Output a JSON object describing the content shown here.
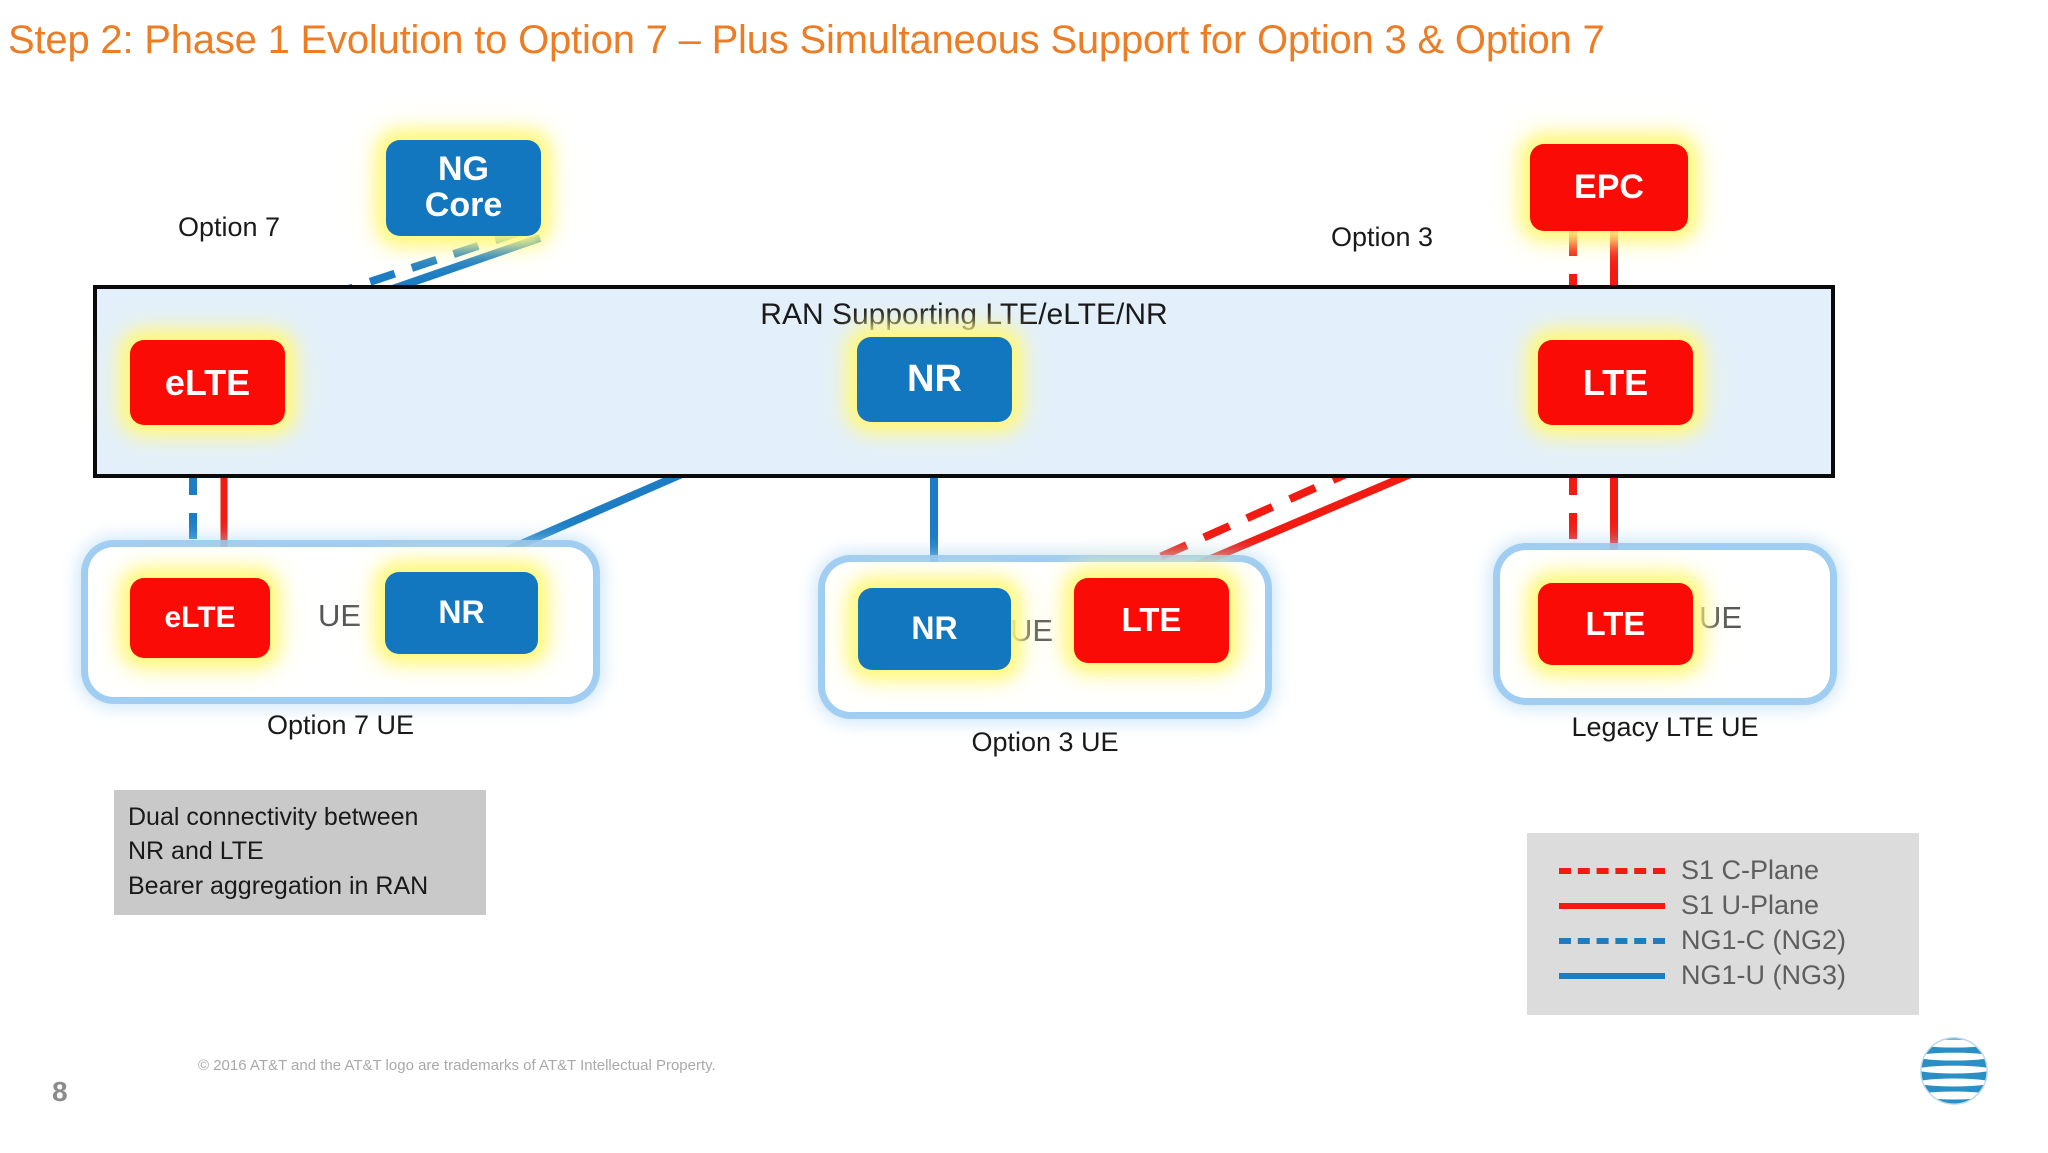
{
  "title": "Step 2:  Phase 1 Evolution to Option 7 – Plus Simultaneous Support for Option 3 & Option 7",
  "ran": {
    "title": "RAN Supporting LTE/eLTE/NR"
  },
  "core_nodes": {
    "ng_core_line1": "NG",
    "ng_core_line2": "Core",
    "epc": "EPC"
  },
  "ran_nodes": {
    "elte": "eLTE",
    "nr": "NR",
    "lte": "LTE"
  },
  "option_labels": {
    "option7": "Option 7",
    "option3": "Option 3"
  },
  "ue_groups": [
    {
      "caption": "Option 7 UE",
      "ue_text": "UE",
      "left_node": "eLTE",
      "right_node": "NR"
    },
    {
      "caption": "Option 3 UE",
      "ue_text": "UE",
      "left_node": "NR",
      "right_node": "LTE"
    },
    {
      "caption": "Legacy LTE UE",
      "ue_text": "UE",
      "left_node": "LTE"
    }
  ],
  "note": {
    "line1": "Dual connectivity between",
    "line2": "NR and LTE",
    "line3": "Bearer aggregation in RAN"
  },
  "legend": {
    "items": [
      {
        "label": "S1 C-Plane",
        "style": "dashed",
        "color": "#F21B12"
      },
      {
        "label": "S1 U-Plane",
        "style": "solid",
        "color": "#F21B12"
      },
      {
        "label": "NG1-C (NG2)",
        "style": "dashed",
        "color": "#1C7DC4"
      },
      {
        "label": "NG1-U (NG3)",
        "style": "solid",
        "color": "#1C7DC4"
      }
    ]
  },
  "footer": {
    "copyright": "© 2016 AT&T and the AT&T logo are trademarks of AT&T Intellectual Property.",
    "page_number": "8"
  },
  "colors": {
    "title_orange": "#ED7D24",
    "node_blue": "#1277BE",
    "node_red": "#FB0B05",
    "ran_fill": "#E3F0FB",
    "glow_yellow": "#FFF878",
    "ue_glow_blue": "#97C8F0",
    "line_blue": "#1C7DC4",
    "line_red": "#F21B12",
    "note_bg": "#C9C9C9",
    "legend_bg": "#DCDCDC"
  }
}
